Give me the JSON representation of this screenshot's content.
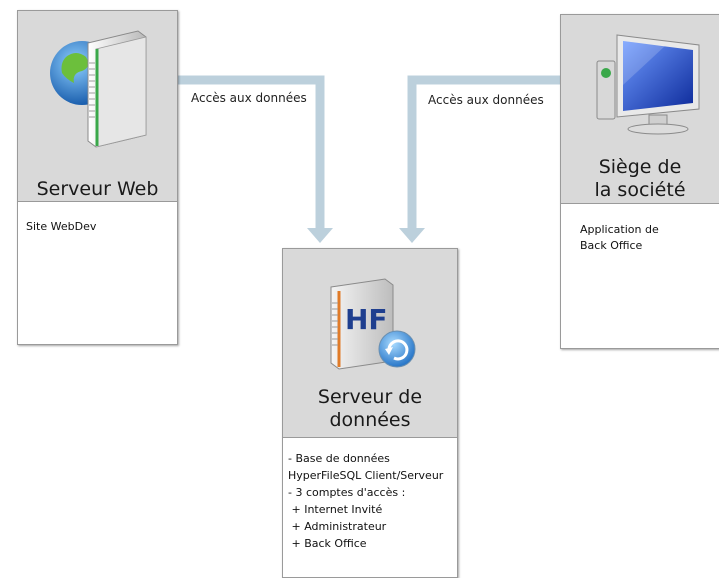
{
  "connectors": [
    {
      "label": "Accès aux données"
    },
    {
      "label": "Accès aux données"
    }
  ],
  "nodes": {
    "web_server": {
      "title": "Serveur Web",
      "icon": "web-server-globe-icon",
      "body": [
        "Site WebDev"
      ]
    },
    "headquarters": {
      "title": "Siège de\nla société",
      "icon": "computer-monitor-icon",
      "body": [
        "Application de",
        "Back Office"
      ]
    },
    "data_server": {
      "title": "Serveur de\ndonnées",
      "icon": "hyperfilesql-server-icon",
      "icon_text": "HF",
      "body": [
        "- Base de données",
        "HyperFileSQL Client/Serveur",
        "- 3 comptes d'accès :",
        " + Internet Invité",
        " + Administrateur",
        " + Back Office"
      ]
    }
  },
  "colors": {
    "arrow": "#bcd0dc",
    "header": "#d9d9d9",
    "border": "#9a9a9a",
    "monitor_screen": "#1d3fb8",
    "server_accent": "#3aa84a",
    "hf_accent": "#e07b28"
  }
}
